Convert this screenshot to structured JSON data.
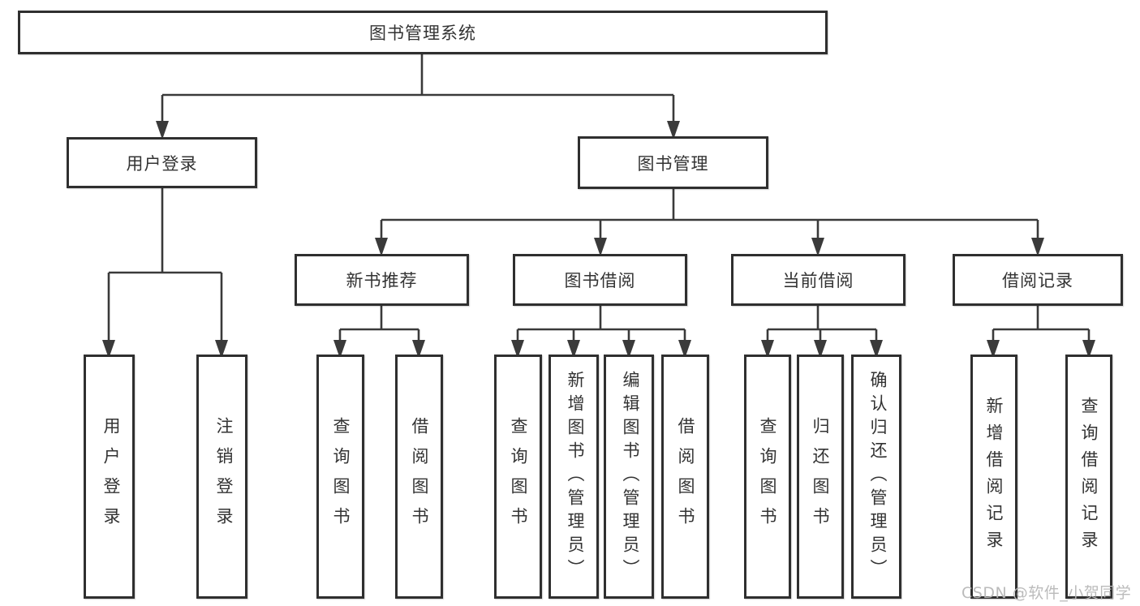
{
  "colors": {
    "line": "#3a3a3a",
    "node_border": "#2f2f2f",
    "node_text": "#333333",
    "background": "#ffffff",
    "watermark_text_color": "#b7b7b7"
  },
  "diagram": {
    "root": {
      "label": "图书管理系统"
    },
    "level1": [
      {
        "label": "用户登录"
      },
      {
        "label": "图书管理"
      }
    ],
    "level2": [
      {
        "label": "新书推荐",
        "parent": "图书管理"
      },
      {
        "label": "图书借阅",
        "parent": "图书管理"
      },
      {
        "label": "当前借阅",
        "parent": "图书管理"
      },
      {
        "label": "借阅记录",
        "parent": "图书管理"
      }
    ],
    "leaves": [
      {
        "label": "用户登录",
        "parent": "用户登录"
      },
      {
        "label": "注销登录",
        "parent": "用户登录"
      },
      {
        "label": "查询图书",
        "parent": "新书推荐"
      },
      {
        "label": "借阅图书",
        "parent": "新书推荐"
      },
      {
        "label": "查询图书",
        "parent": "图书借阅"
      },
      {
        "label": "新增图书（管理员）",
        "parent": "图书借阅"
      },
      {
        "label": "编辑图书（管理员）",
        "parent": "图书借阅"
      },
      {
        "label": "借阅图书",
        "parent": "图书借阅"
      },
      {
        "label": "查询图书",
        "parent": "当前借阅"
      },
      {
        "label": "归还图书",
        "parent": "当前借阅"
      },
      {
        "label": "确认归还（管理员）",
        "parent": "当前借阅"
      },
      {
        "label": "新增借阅记录",
        "parent": "借阅记录"
      },
      {
        "label": "查询借阅记录",
        "parent": "借阅记录"
      }
    ]
  },
  "watermark": {
    "text": "CSDN @软件_小贺同学"
  }
}
